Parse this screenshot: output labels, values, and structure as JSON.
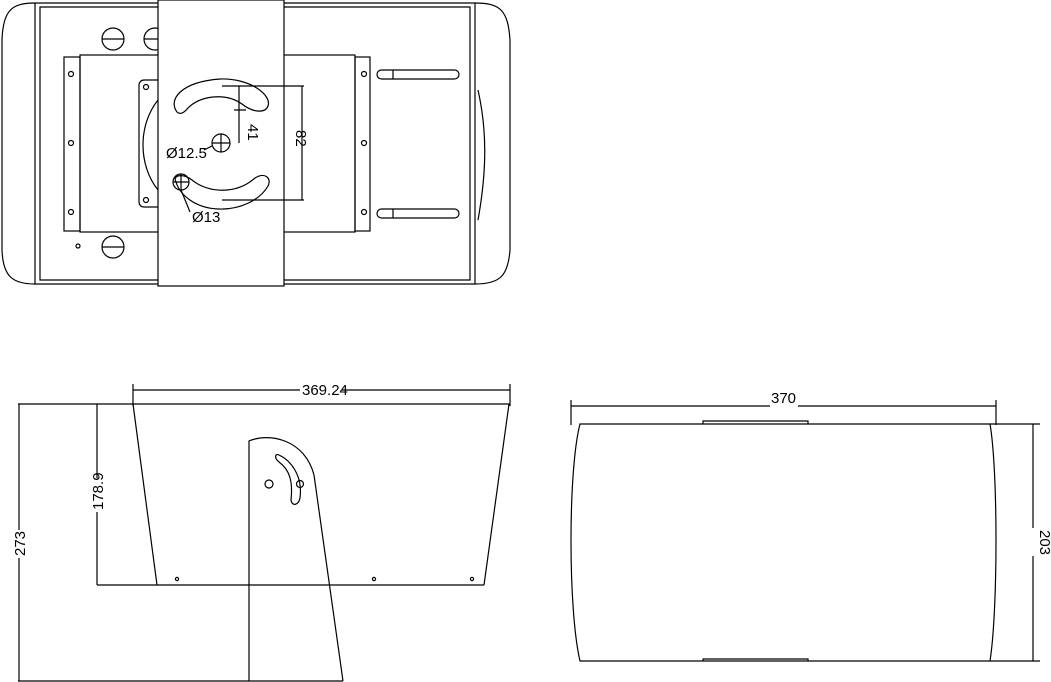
{
  "drawing": {
    "top_view": {
      "dim_slot_offset": "41",
      "dim_slot_spacing": "82",
      "dim_center_hole": "Ø12.5",
      "dim_mount_hole": "Ø13"
    },
    "side_view": {
      "dim_top_width": "369.24",
      "dim_total_height": "273",
      "dim_body_height": "178.9"
    },
    "front_view": {
      "dim_width": "370",
      "dim_height": "203"
    },
    "line_color": "#000000"
  }
}
